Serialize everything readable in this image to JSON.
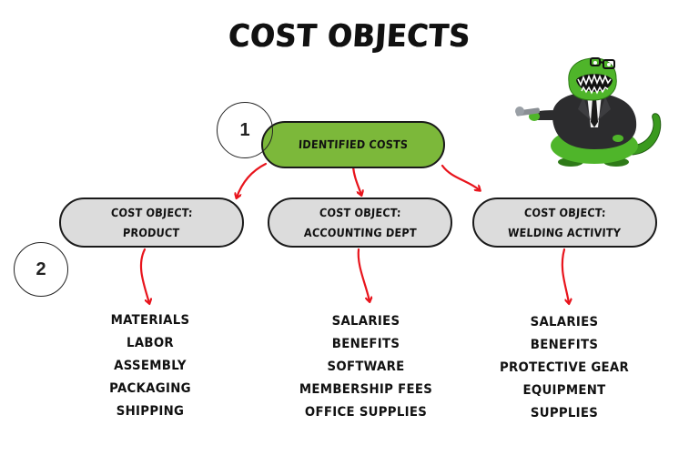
{
  "title": "COST OBJECTS",
  "colors": {
    "root_fill": "#7cb83a",
    "node_fill": "#dcdcdc",
    "outline": "#1a1a1a",
    "arrow": "#e8141c",
    "background": "#ffffff"
  },
  "markers": [
    {
      "label": "1"
    },
    {
      "label": "2"
    }
  ],
  "root": {
    "label": "IDENTIFIED COSTS"
  },
  "cost_objects": [
    {
      "line1": "COST OBJECT:",
      "line2": "PRODUCT",
      "items": [
        "MATERIALS",
        "LABOR",
        "ASSEMBLY",
        "PACKAGING",
        "SHIPPING"
      ]
    },
    {
      "line1": "COST OBJECT:",
      "line2": "ACCOUNTING DEPT",
      "items": [
        "SALARIES",
        "BENEFITS",
        "SOFTWARE",
        "MEMBERSHIP FEES",
        "OFFICE SUPPLIES"
      ]
    },
    {
      "line1": "COST OBJECT:",
      "line2": "WELDING ACTIVITY",
      "items": [
        "SALARIES",
        "BENEFITS",
        "PROTECTIVE GEAR",
        "EQUIPMENT",
        "SUPPLIES"
      ]
    }
  ],
  "illustration": {
    "icon": "dinosaur-businessman-icon"
  }
}
